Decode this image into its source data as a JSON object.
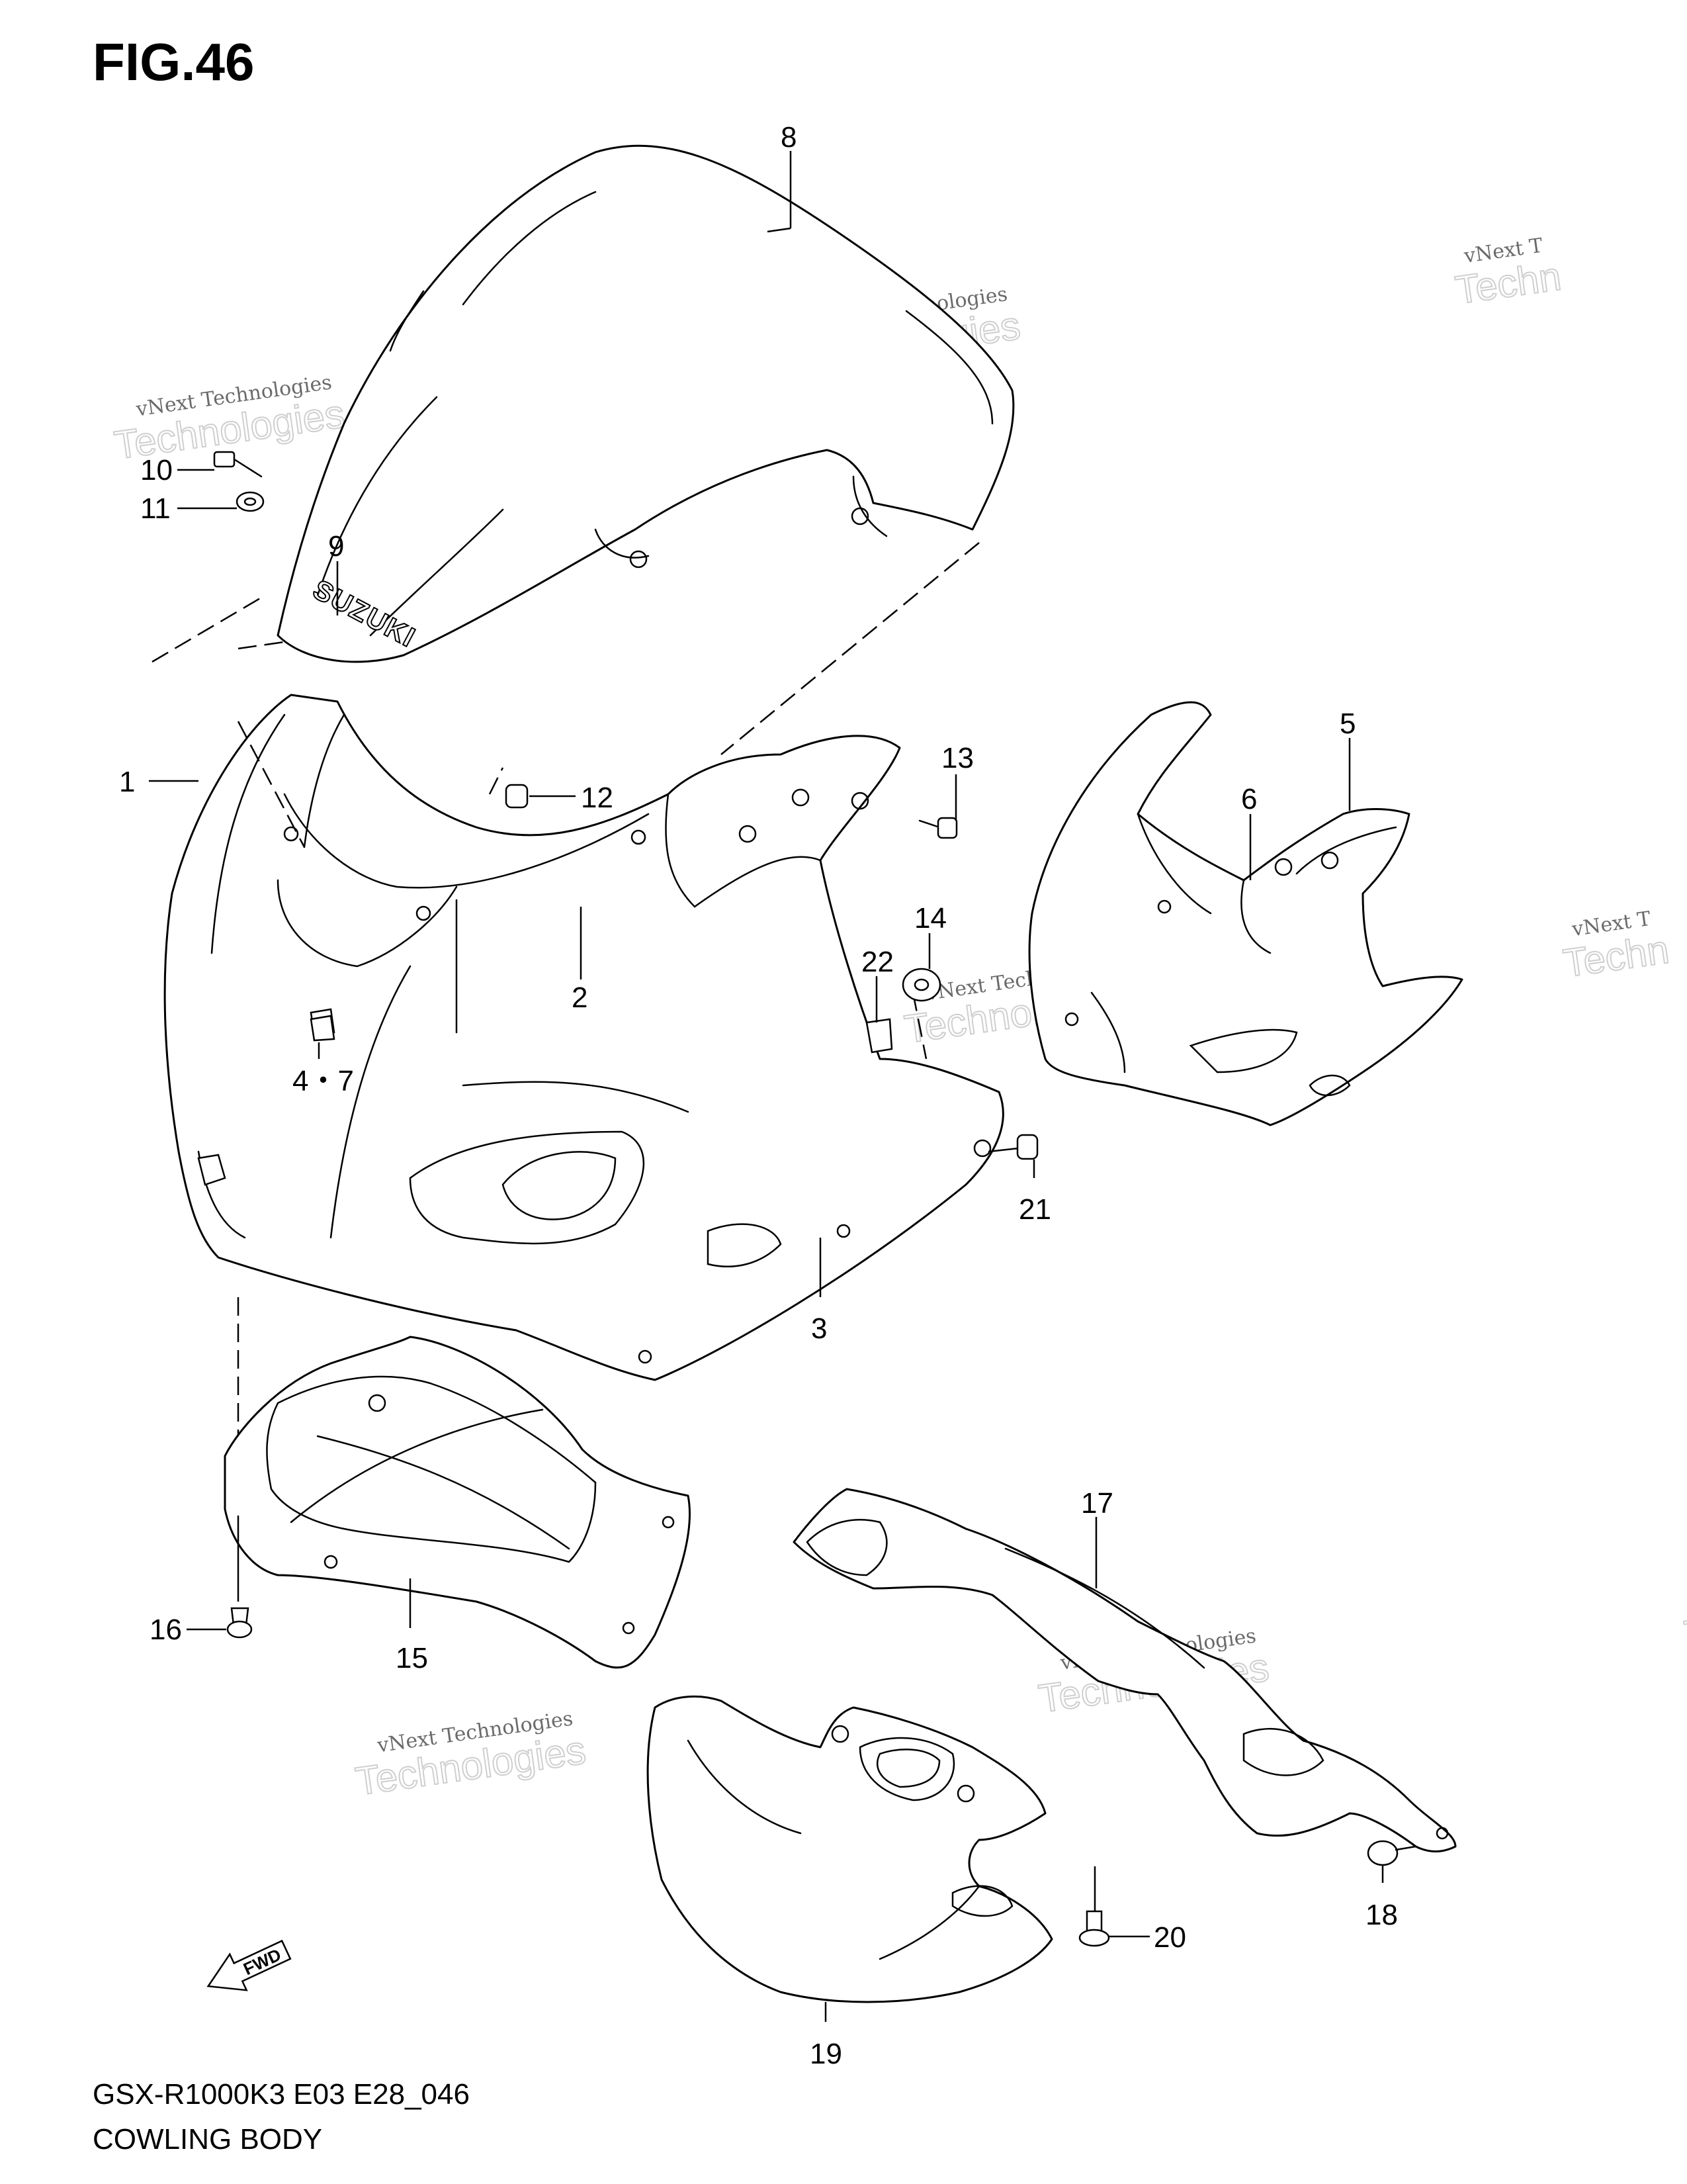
{
  "figure_title": "FIG.46",
  "footer": {
    "model_code": "GSX-R1000K3 E03 E28_046",
    "figure_name": "COWLING BODY"
  },
  "windscreen_logo": "SUZUKI",
  "fwd_arrow_label": "FWD",
  "watermark": {
    "small": "vNext Technologies",
    "big": "Technologies",
    "small_right": "vNext T",
    "big_right": "Techn"
  },
  "callouts": {
    "c1": "1",
    "c2": "2",
    "c3": "3",
    "c47": "4・7",
    "c5": "5",
    "c6": "6",
    "c8": "8",
    "c9": "9",
    "c10": "10",
    "c11": "11",
    "c12": "12",
    "c13": "13",
    "c14": "14",
    "c15": "15",
    "c16": "16",
    "c17": "17",
    "c18": "18",
    "c19": "19",
    "c20": "20",
    "c21": "21",
    "c22": "22"
  }
}
